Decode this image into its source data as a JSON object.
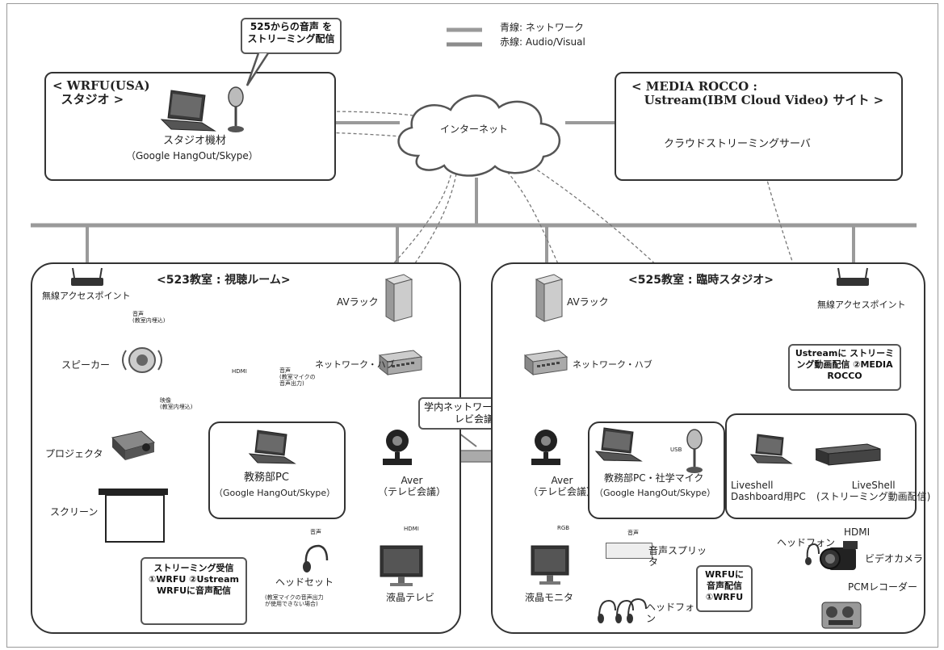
{
  "legend": {
    "blue": "青線: ネットワーク",
    "red": "赤線: Audio/Visual"
  },
  "wrfu": {
    "title": "< WRFU(USA)\n  スタジオ >",
    "equipment": "スタジオ機材",
    "software": "（Google HangOut/Skype）",
    "callout": "525からの音声\nをストリーミング配信"
  },
  "internet": "インターネット",
  "media_rocco": {
    "title": "< MEDIA ROCCO :\n   Ustream(IBM Cloud Video) サイト >",
    "server": "クラウドストリーミングサーバ"
  },
  "room523": {
    "title": "<523教室 : 視聴ルーム>",
    "ap": "無線アクセスポイント",
    "speaker": "スピーカー",
    "audio_note": "音声\n(教室内埋込)",
    "video_note": "映像\n(教室内埋込)",
    "hdmi": "HDMI",
    "mic_note": "音声\n(教室マイクの\n音声出力)",
    "projector": "プロジェクタ",
    "screen": "スクリーン",
    "avrack": "AVラック",
    "hub": "ネットワーク・ハブ",
    "pc": "教務部PC",
    "pc_sw": "（Google HangOut/Skype）",
    "headset_audio": "音声",
    "headset": "ヘッドセット",
    "headset_note": "(教室マイクの音声出力\nが使用できない場合)",
    "aver": "Aver\n（テレビ会議）",
    "tv_hdmi": "HDMI",
    "tv": "液晶テレビ",
    "callout": "ストリーミング受信\n①WRFU\n②Ustream\nWRFUに音声配信"
  },
  "center_callout": "学内ネットワークで\nテレビ会議",
  "room525": {
    "title": "<525教室 : 臨時スタジオ>",
    "ap": "無線アクセスポイント",
    "avrack": "AVラック",
    "hub": "ネットワーク・ハブ",
    "aver": "Aver\n（テレビ会議）",
    "rgb": "RGB",
    "monitor": "液晶モニタ",
    "usb": "USB",
    "pc": "教務部PC・社学マイク",
    "pc_sw": "（Google HangOut/Skype）",
    "audio": "音声",
    "splitter": "音声スプリッ\nタ",
    "headphones": "ヘッドフォ\nン",
    "dashboard_pc": "Liveshell\nDashboard用PC",
    "liveshell": "LiveShell\n(ストリーミング動画配信)",
    "headphone": "ヘッドフォン",
    "hdmi": "HDMI",
    "camera": "ビデオカメラ",
    "pcm": "PCMレコーダー",
    "callout_ustream": "Ustreamに\nストリーミング動画配信\n②MEDIA ROCCO",
    "callout_wrfu": "WRFUに\n音声配信\n①WRFU"
  },
  "colors": {
    "network_line": "#9a9a9a",
    "av_line": "#8c8c8c",
    "frame": "#333333"
  }
}
